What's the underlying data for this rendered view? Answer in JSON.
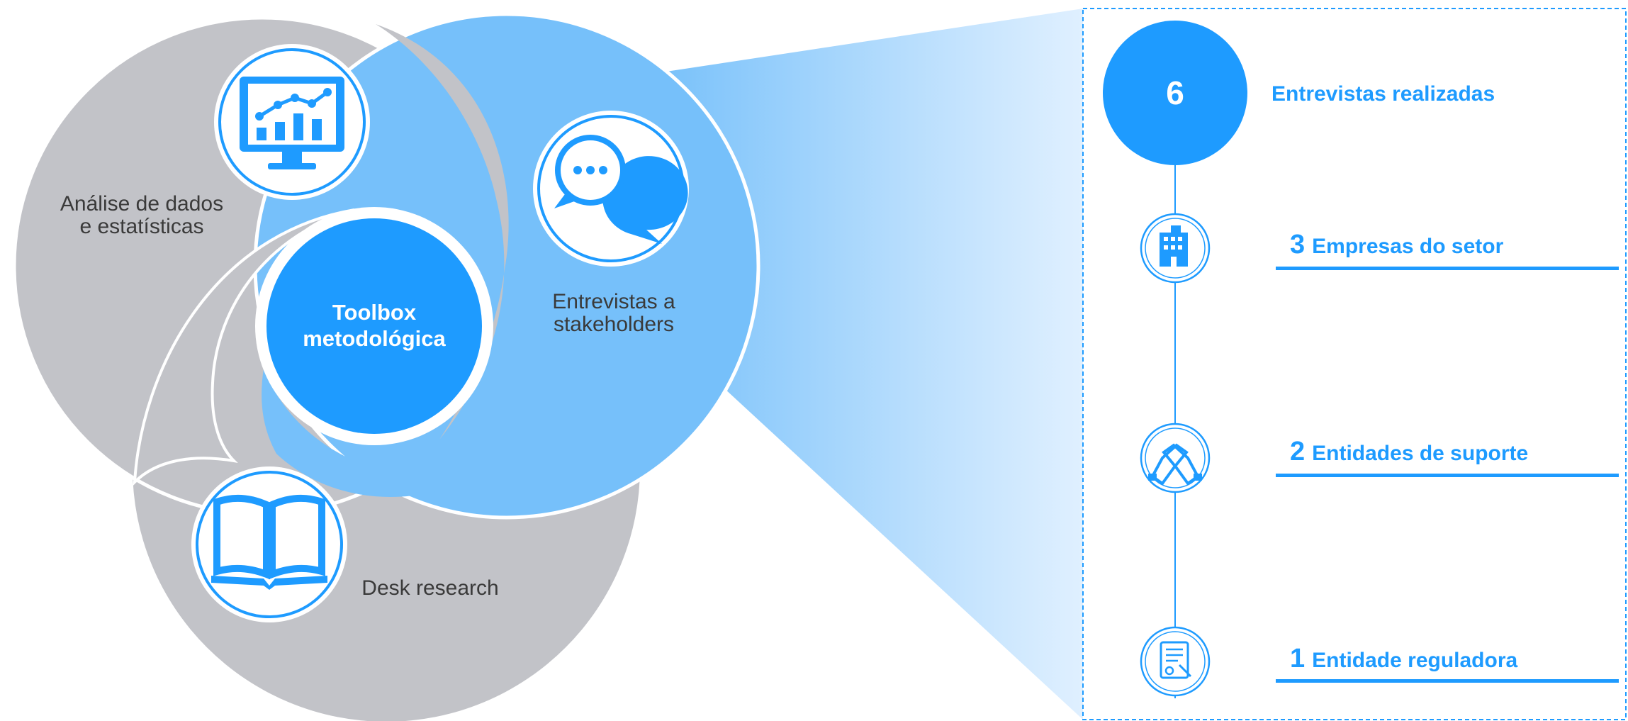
{
  "colors": {
    "gray": "#c2c3c8",
    "light_blue": "#76c0fa",
    "primary_blue": "#1e9bff",
    "white": "#ffffff",
    "text_dark": "#3a3a3a"
  },
  "venn": {
    "center_label": "Toolbox metodológica",
    "center_line1": "Toolbox",
    "center_line2": "metodológica",
    "circles": [
      {
        "label_line1": "Análise de dados",
        "label_line2": "e estatísticas",
        "icon": "chart-monitor-icon"
      },
      {
        "label_line1": "Entrevistas a",
        "label_line2": "stakeholders",
        "icon": "chat-bubbles-icon"
      },
      {
        "label_line1": "Desk research",
        "label_line2": "",
        "icon": "open-book-icon"
      }
    ]
  },
  "panel": {
    "total_value": "6",
    "total_label": "Entrevistas realizadas",
    "items": [
      {
        "value": "3",
        "label": "Empresas do setor",
        "icon": "office-building-icon"
      },
      {
        "value": "2",
        "label": "Entidades de suporte",
        "icon": "handshake-icon"
      },
      {
        "value": "1",
        "label": "Entidade reguladora",
        "icon": "certificate-document-icon"
      }
    ]
  }
}
